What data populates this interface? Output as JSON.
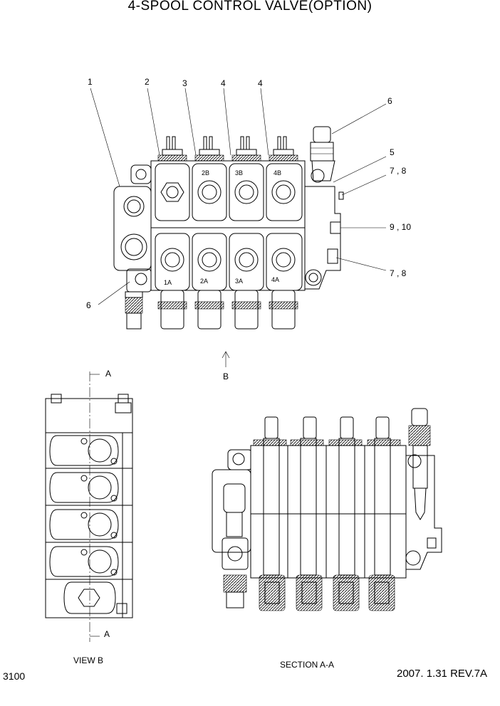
{
  "title": "4-SPOOL CONTROL VALVE(OPTION)",
  "callouts": [
    "1",
    "2",
    "3",
    "4",
    "4",
    "6",
    "5",
    "7 , 8",
    "9 , 10",
    "7 , 8",
    "6"
  ],
  "ports": [
    "2B",
    "3B",
    "4B",
    "1A",
    "2A",
    "3A",
    "4A"
  ],
  "view_arrow_label": "B",
  "section_label": "A",
  "view_b_caption": "VIEW B",
  "section_caption": "SECTION A-A",
  "page_number": "3100",
  "revision": "2007. 1.31  REV.7A"
}
